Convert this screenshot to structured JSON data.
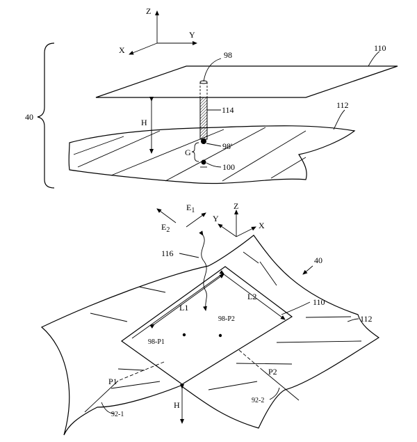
{
  "top_figure": {
    "axes": {
      "z": "Z",
      "x": "X",
      "y": "Y"
    },
    "labels": {
      "assembly": "40",
      "probe": "98",
      "plate": "110",
      "pin": "114",
      "surface": "112",
      "height": "H",
      "probe_prime": "98'",
      "gap": "G",
      "target": "100"
    }
  },
  "bottom_figure": {
    "axes": {
      "z": "Z",
      "x": "X",
      "y": "Y"
    },
    "field_labels": {
      "e1": "E",
      "e1_sub": "1",
      "e2": "E",
      "e2_sub": "2"
    },
    "labels": {
      "beam": "116",
      "assembly": "40",
      "plate": "110",
      "surface": "112",
      "length1": "L1",
      "length2": "L2",
      "point1": "98-P1",
      "point2": "98-P2",
      "plane1": "P1",
      "plane2": "P2",
      "height": "H",
      "line1": "92-1",
      "line2": "92-2"
    }
  }
}
